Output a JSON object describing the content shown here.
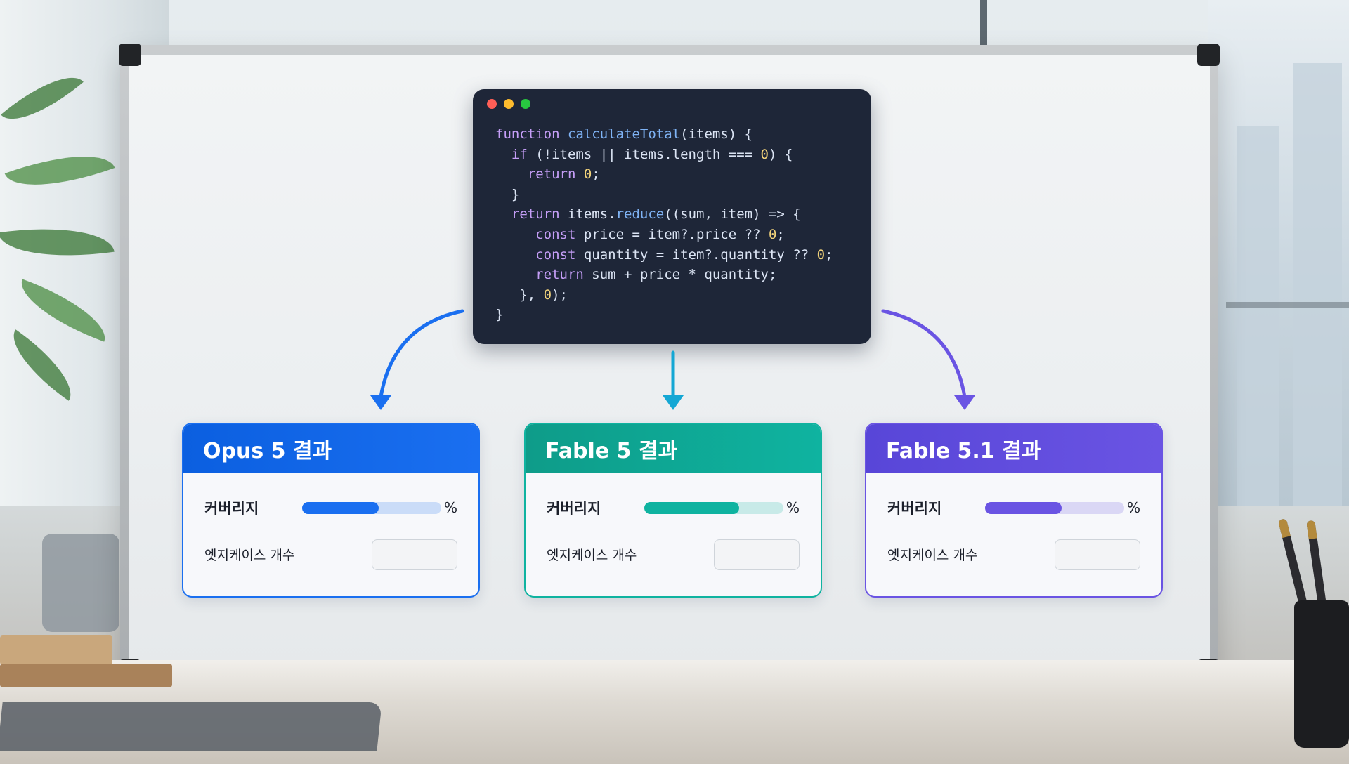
{
  "editor": {
    "window_buttons": [
      "close",
      "minimize",
      "zoom"
    ],
    "lines": [
      "function calculateTotal(items) {",
      "  if (!items || items.length === 0) {",
      "    return 0;",
      "  }",
      "  return items.reduce((sum, item) => {",
      "     const price = item?.price ?? 0;",
      "     const quantity = item?.quantity ?? 0;",
      "     return sum + price * quantity;",
      "   }, 0);",
      "}"
    ]
  },
  "cards": [
    {
      "title": "Opus 5 결과",
      "coverage_label": "커버리지",
      "coverage_fraction": 0.55,
      "percent_sign": "%",
      "edge_case_label": "엣지케이스 개수",
      "edge_case_value": "",
      "accent": "#1a6ff0",
      "accent_dark": "#0b5fe0"
    },
    {
      "title": "Fable 5 결과",
      "coverage_label": "커버리지",
      "coverage_fraction": 0.68,
      "percent_sign": "%",
      "edge_case_label": "엣지케이스 개수",
      "edge_case_value": "",
      "accent": "#0fb3a0",
      "accent_dark": "#0e9c89"
    },
    {
      "title": "Fable 5.1 결과",
      "coverage_label": "커버리지",
      "coverage_fraction": 0.55,
      "percent_sign": "%",
      "edge_case_label": "엣지케이스 개수",
      "edge_case_value": "",
      "accent": "#6a54e3",
      "accent_dark": "#5846d8"
    }
  ],
  "colors": {
    "editor_bg": "#1e2638",
    "close_dot": "#ff5f57",
    "minimize_dot": "#febc2e",
    "zoom_dot": "#28c840",
    "arrow_left": "#1a6ff0",
    "arrow_center": "#14a7d4",
    "arrow_right": "#6a54e3"
  }
}
